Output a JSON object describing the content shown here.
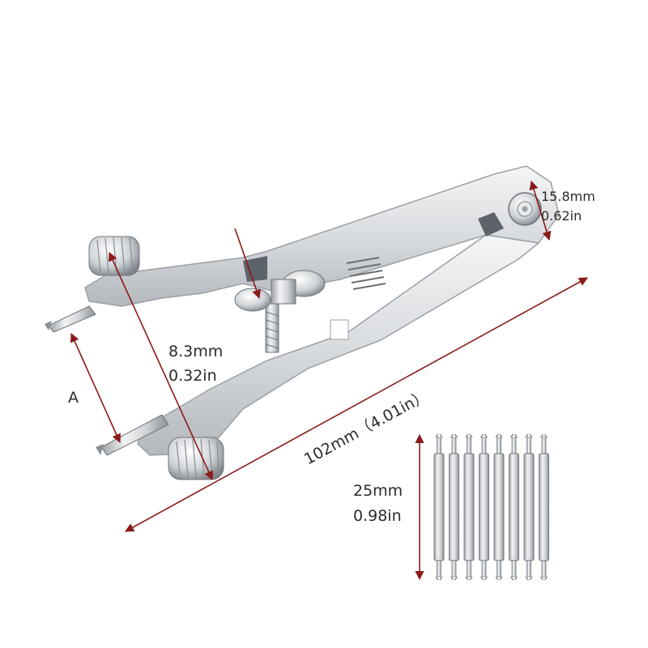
{
  "annotations": {
    "pin_width_mm": "8.3mm",
    "pin_width_in": "0.32in",
    "jaw_gap_label": "A",
    "tool_length": "102mm（4.01in）",
    "pivot_mm": "15.8mm",
    "pivot_in": "0.62in",
    "spring_bar_length_mm": "25mm",
    "spring_bar_length_in": "0.98in"
  },
  "spring_bars": {
    "count": 8
  },
  "colors": {
    "dimension_line": "#8b1a1a",
    "metal_light": "#e6e8ea",
    "metal_dark": "#8f9499",
    "background": "#ffffff"
  }
}
